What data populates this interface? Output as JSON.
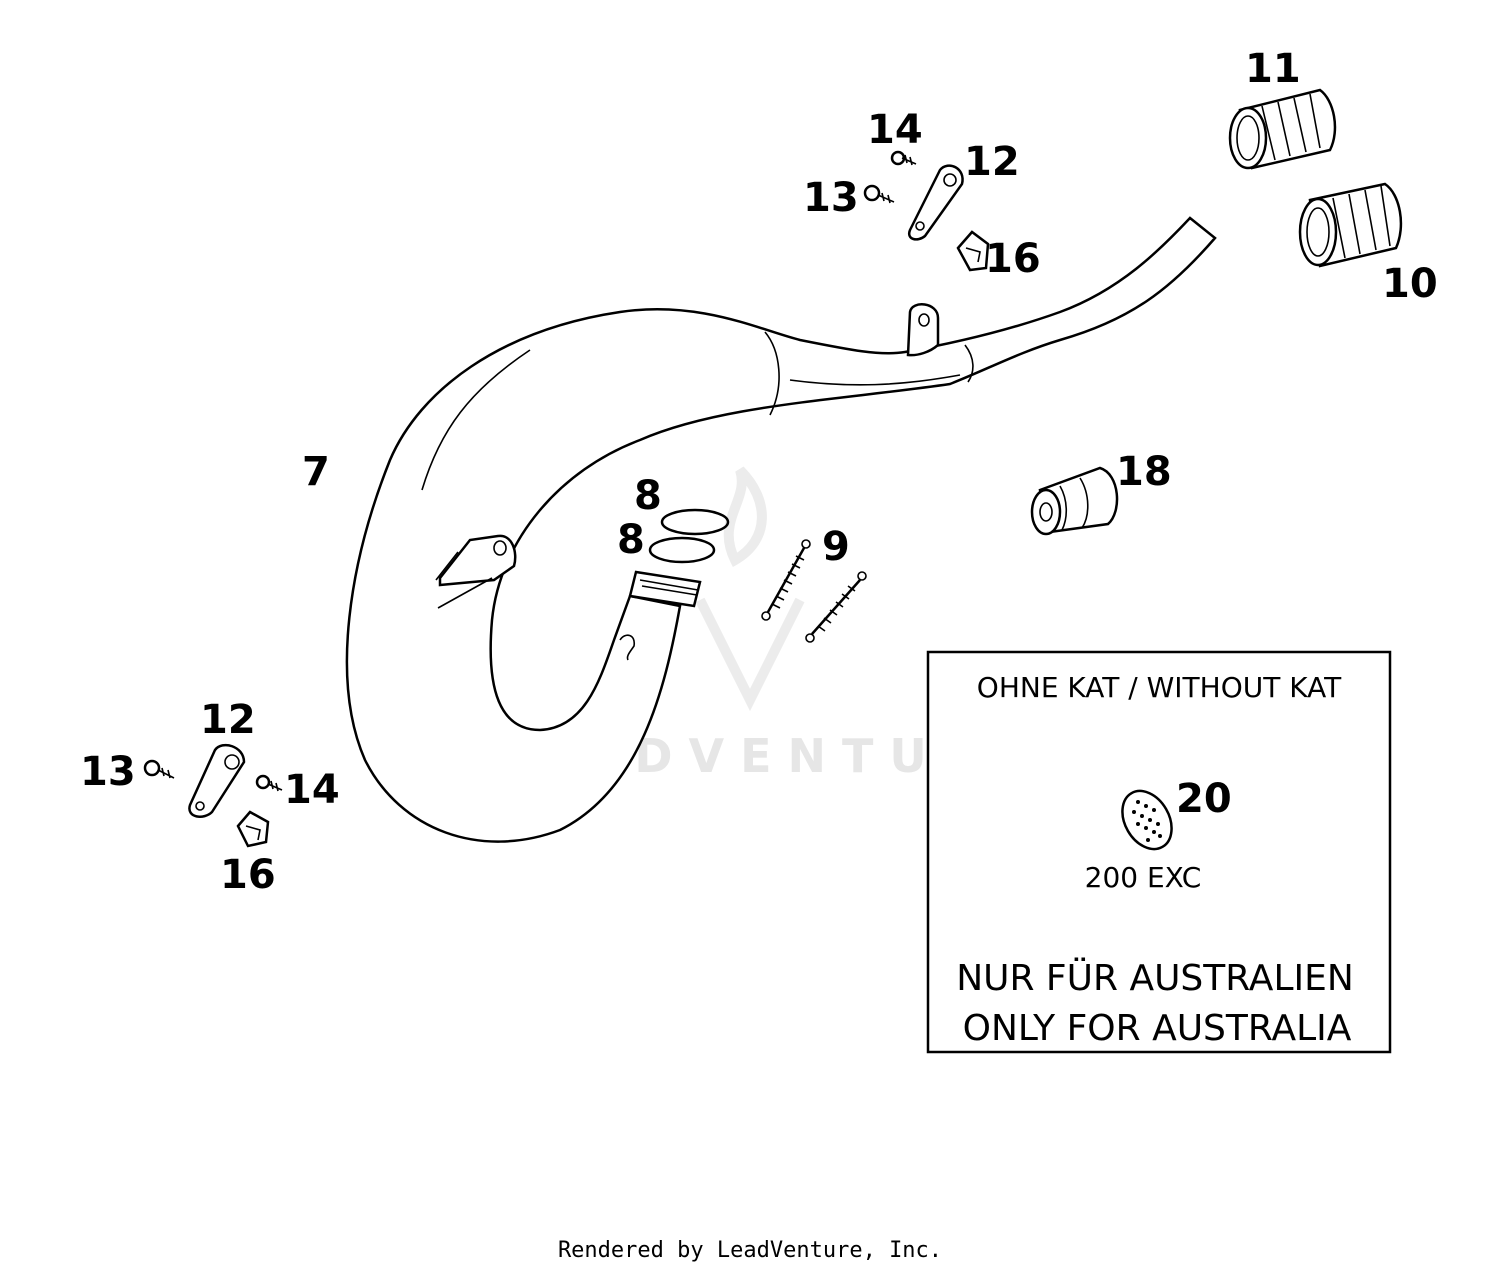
{
  "watermark": "LEADVENTURE",
  "callouts": {
    "exhaust_pipe": "7",
    "o_ring_upper": "8",
    "o_ring_lower": "8",
    "springs": "9",
    "sleeve_10": "10",
    "sleeve_11": "11",
    "bracket_top": "12",
    "bracket_bottom": "12",
    "screw_13_top": "13",
    "screw_13_bottom": "13",
    "screw_14_top": "14",
    "screw_14_bottom": "14",
    "clip_top": "16",
    "clip_bottom": "16",
    "damper": "18",
    "insert": "20"
  },
  "inset": {
    "title": "OHNE KAT / WITHOUT KAT",
    "model": "200 EXC",
    "note_de": "NUR FÜR AUSTRALIEN",
    "note_en": "ONLY FOR AUSTRALIA"
  },
  "footer": "Rendered by LeadVenture, Inc."
}
